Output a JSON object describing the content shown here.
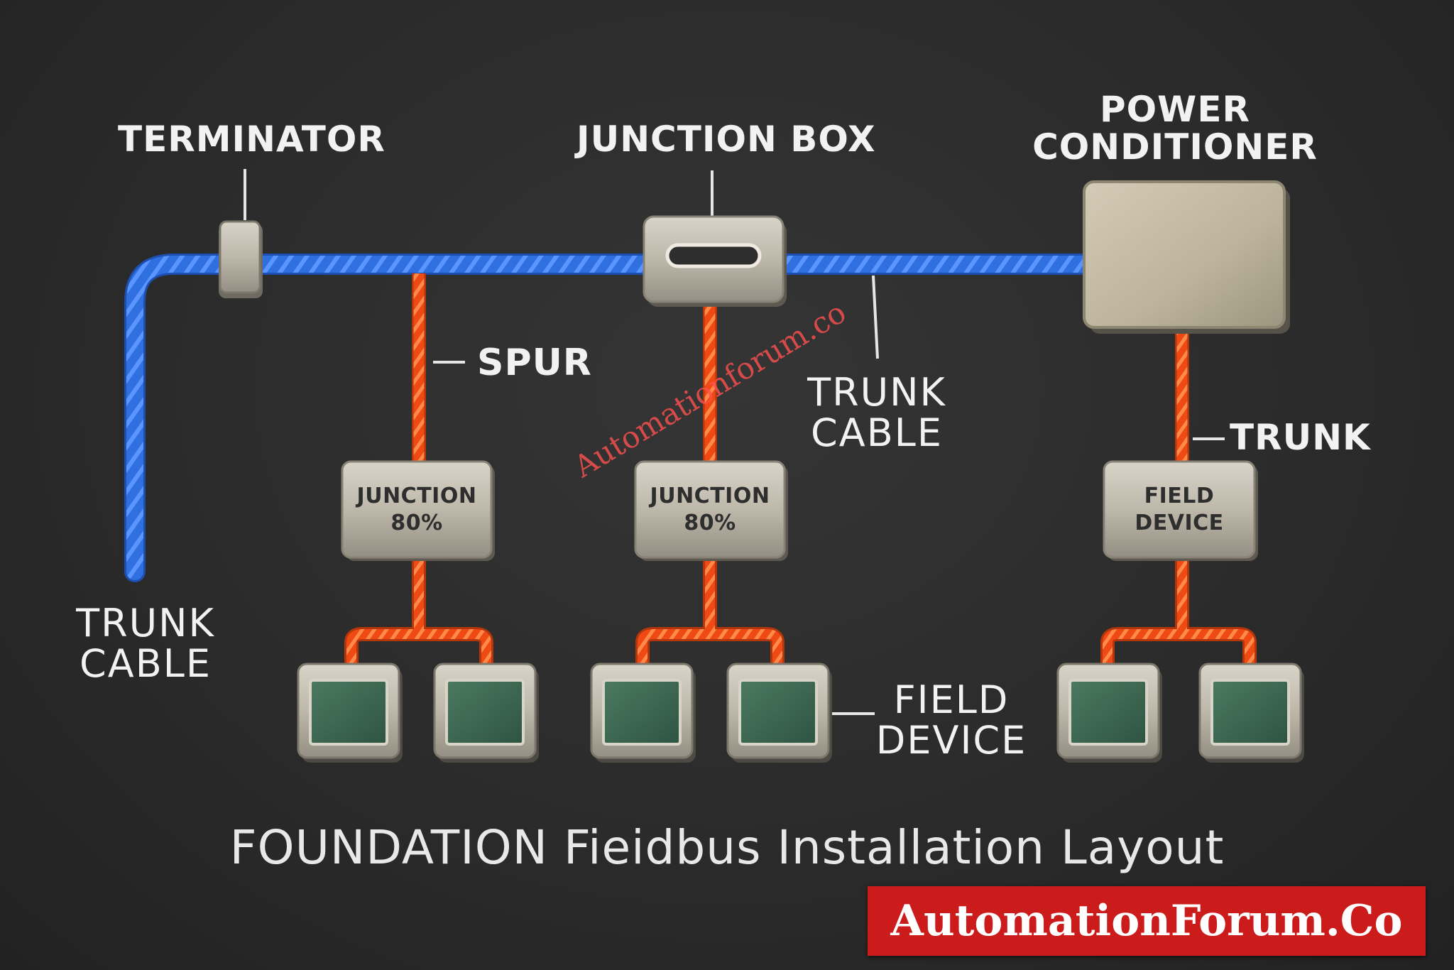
{
  "labels": {
    "terminator": "TERMINATOR",
    "junction_box": "JUNCTION BOX",
    "power_conditioner_line1": "POWER",
    "power_conditioner_line2": "CONDITIONER",
    "spur": "SPUR",
    "trunk_cable_mid_line1": "TRUNK",
    "trunk_cable_mid_line2": "CABLE",
    "trunk_right": "TRUNK",
    "trunk_cable_left_line1": "TRUNK",
    "trunk_cable_left_line2": "CABLE",
    "field_device_line1": "FIELD",
    "field_device_line2": "DEVICE"
  },
  "boxes": {
    "junction_left_line1": "JUNCTION",
    "junction_left_line2": "80%",
    "junction_mid_line1": "JUNCTION",
    "junction_mid_line2": "80%",
    "field_device_box_line1": "FIELD",
    "field_device_box_line2": "DEVICE"
  },
  "caption": "FOUNDATION Fieidbus Installation Layout",
  "watermark": "Automationforum.co",
  "brand": "AutomationForum.Co",
  "colors": {
    "background": "#2b2b2b",
    "trunk_cable": "#2f6fe0",
    "spur_cable": "#ff5a1f",
    "box_metal": "#bdb8aa",
    "field_device_screen": "#3d6650",
    "brand_banner": "#cc1b1b"
  }
}
